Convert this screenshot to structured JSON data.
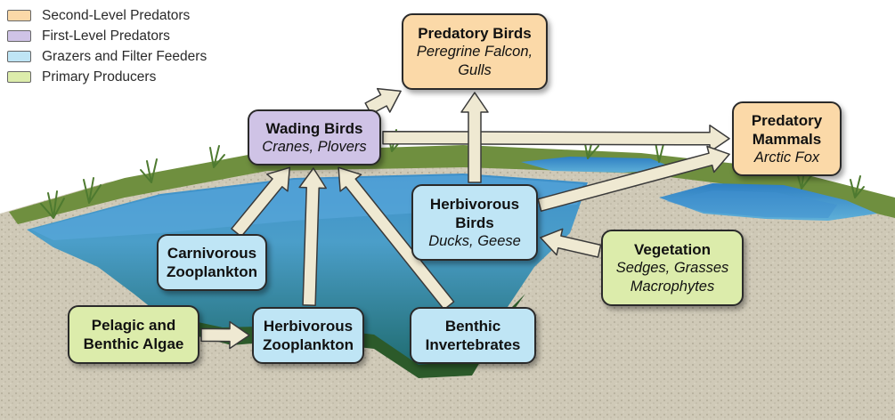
{
  "legend": [
    {
      "label": "Second-Level Predators",
      "color": "#fbd9a8"
    },
    {
      "label": "First-Level Predators",
      "color": "#cfc3e6"
    },
    {
      "label": "Grazers and Filter Feeders",
      "color": "#bfe5f5"
    },
    {
      "label": "Primary Producers",
      "color": "#dcecab"
    }
  ],
  "nodes": {
    "predatory_birds": {
      "title": "Predatory Birds",
      "subtitle": "Peregrine Falcon,\nGulls",
      "level": "second"
    },
    "predatory_mammals": {
      "title": "Predatory\nMammals",
      "subtitle": "Arctic Fox",
      "level": "second"
    },
    "wading_birds": {
      "title": "Wading Birds",
      "subtitle": "Cranes, Plovers",
      "level": "first"
    },
    "herbivorous_birds": {
      "title": "Herbivorous\nBirds",
      "subtitle": "Ducks, Geese",
      "level": "grazer"
    },
    "carnivorous_zooplankton": {
      "title": "Carnivorous\nZooplankton",
      "subtitle": "",
      "level": "grazer"
    },
    "herbivorous_zooplankton": {
      "title": "Herbivorous\nZooplankton",
      "subtitle": "",
      "level": "grazer"
    },
    "benthic_invertebrates": {
      "title": "Benthic\nInvertebrates",
      "subtitle": "",
      "level": "grazer"
    },
    "pelagic_algae": {
      "title": "Pelagic and\nBenthic Algae",
      "subtitle": "",
      "level": "primary"
    },
    "vegetation": {
      "title": "Vegetation",
      "subtitle": "Sedges, Grasses\nMacrophytes",
      "level": "primary"
    }
  },
  "flows": [
    {
      "from": "pelagic_algae",
      "to": "herbivorous_zooplankton"
    },
    {
      "from": "herbivorous_zooplankton",
      "to": "wading_birds"
    },
    {
      "from": "carnivorous_zooplankton",
      "to": "wading_birds"
    },
    {
      "from": "benthic_invertebrates",
      "to": "wading_birds"
    },
    {
      "from": "wading_birds",
      "to": "predatory_birds"
    },
    {
      "from": "wading_birds",
      "to": "predatory_mammals"
    },
    {
      "from": "herbivorous_birds",
      "to": "predatory_birds"
    },
    {
      "from": "herbivorous_birds",
      "to": "predatory_mammals"
    },
    {
      "from": "vegetation",
      "to": "herbivorous_birds"
    }
  ]
}
